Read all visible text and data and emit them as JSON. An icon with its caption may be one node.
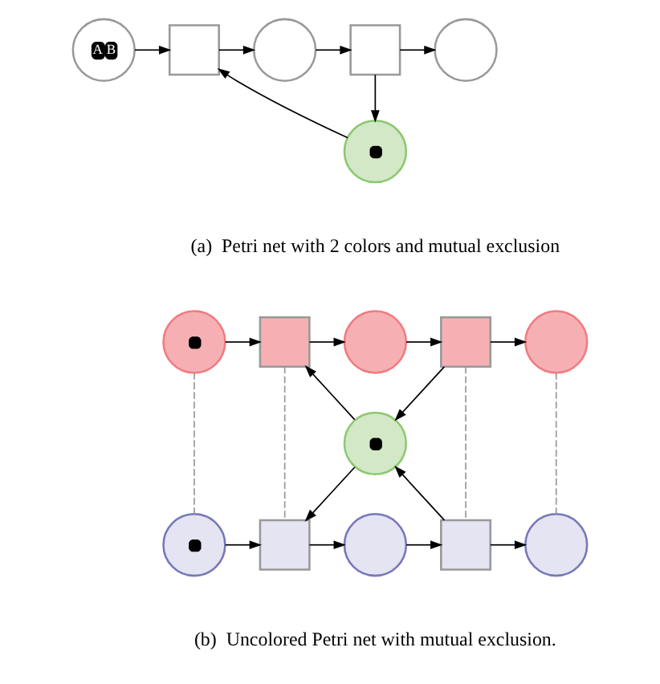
{
  "diagram": {
    "nodes": [
      {
        "text": [
          "A",
          "B"
        ]
      },
      {
        "text": [],
        "shape": "box"
      },
      {
        "text": [],
        "shape": "circle"
      },
      {
        "text": [],
        "shape": "box"
      },
      {
        "text": [],
        "shape": "circle"
      },
      {
        "text": [],
        "shape": "circle"
      },
      {
        "text": [],
        "shape": "circle"
      },
      {
        "text": [],
        "shape": "box"
      },
      {
        "text": [],
        "shape": "circle"
      },
      {
        "text": [],
        "shape": "box"
      },
      {
        "text": [],
        "shape": "circle"
      },
      {
        "text": [],
        "shape": "circle"
      },
      {
        "text": [],
        "shape": "circle"
      },
      {
        "text": [],
        "shape": "box"
      },
      {
        "text": [],
        "shape": "circle"
      },
      {
        "text": [],
        "shape": "box"
      },
      {
        "text": [],
        "shape": "circle"
      }
    ],
    "edges": [
      {
        "from": 0,
        "to": 1,
        "arrow": "to"
      },
      {
        "from": 1,
        "to": 2,
        "arrow": "to"
      },
      {
        "from": 2,
        "to": 3,
        "arrow": "to"
      },
      {
        "from": 3,
        "to": 4,
        "arrow": "to"
      },
      {
        "from": 3,
        "to": 5,
        "arrow": "to"
      },
      {
        "from": 5,
        "to": 1,
        "arrow": "to"
      },
      {
        "from": 6,
        "to": 7,
        "arrow": "to"
      },
      {
        "from": 7,
        "to": 8,
        "arrow": "to"
      },
      {
        "from": 8,
        "to": 9,
        "arrow": "to"
      },
      {
        "from": 9,
        "to": 10,
        "arrow": "to"
      },
      {
        "from": 11,
        "to": 7,
        "arrow": "to"
      },
      {
        "from": 9,
        "to": 11,
        "arrow": "to"
      },
      {
        "from": 11,
        "to": 13,
        "arrow": "to"
      },
      {
        "from": 15,
        "to": 11,
        "arrow": "to"
      },
      {
        "from": 12,
        "to": 13,
        "arrow": "to"
      },
      {
        "from": 13,
        "to": 14,
        "arrow": "to"
      },
      {
        "from": 14,
        "to": 15,
        "arrow": "to"
      },
      {
        "from": 15,
        "to": 16,
        "arrow": "to"
      },
      {
        "from": 6,
        "to": 12,
        "arrow": "none",
        "style": "dashed",
        "color": "#999999"
      },
      {
        "from": 7,
        "to": 13,
        "arrow": "none",
        "style": "dashed",
        "color": "#999999"
      },
      {
        "from": 9,
        "to": 15,
        "arrow": "none",
        "style": "dashed",
        "color": "#999999"
      },
      {
        "from": 10,
        "to": 16,
        "arrow": "none",
        "style": "dashed",
        "color": "#999999"
      }
    ],
    "labels": [
      "(a)  Petri net with 2 colors and mutual exclusion",
      "(b)  Uncolored Petri net with mutual exclusion."
    ]
  }
}
